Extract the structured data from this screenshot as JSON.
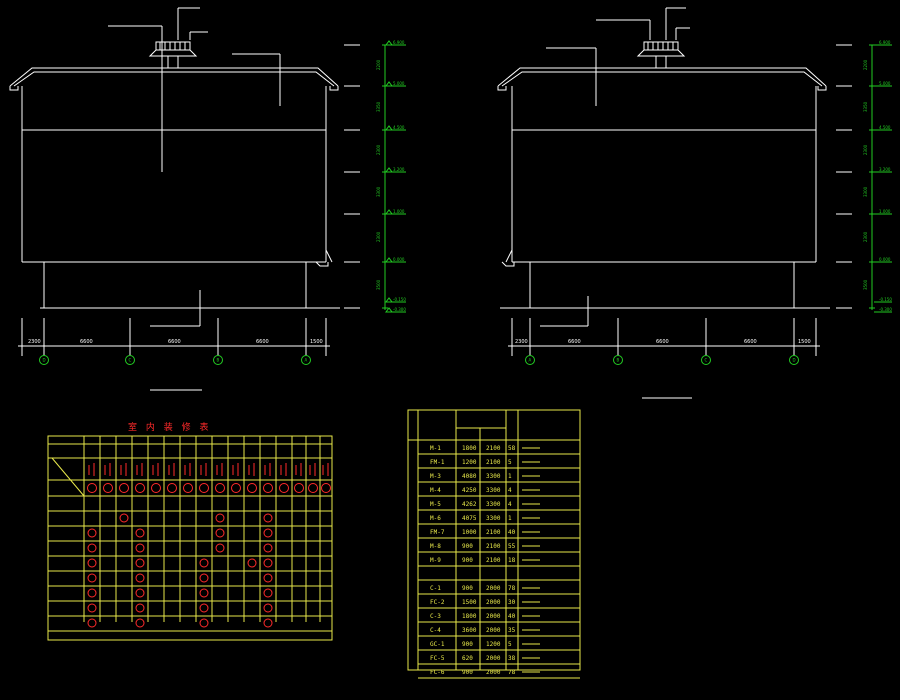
{
  "colors": {
    "background": "#000000",
    "line": "#ffffff",
    "dimension": "#22cc22",
    "table_yellow": "#e8e84a",
    "table_red": "#ff2a2a"
  },
  "elev1": {
    "labels": [
      "",
      "",
      "",
      "",
      ""
    ],
    "elev_dims": [
      "2200",
      "3350",
      "2300",
      "3300",
      "2300",
      "3500"
    ],
    "level_marks": [
      "6.900",
      "5.000",
      "4.500",
      "3.200",
      "1.000",
      "0.000",
      "-0.150",
      "-0.300"
    ],
    "bottom_dims": [
      "2300",
      "6600",
      "6600",
      "6600",
      "1500"
    ],
    "axes": [
      "D",
      "C",
      "B",
      "A"
    ],
    "title": ""
  },
  "elev2": {
    "labels": [
      "",
      "",
      "",
      ""
    ],
    "elev_dims": [
      "2200",
      "3350",
      "2300",
      "3300",
      "2300",
      "3500"
    ],
    "level_marks": [
      "6.900",
      "5.000",
      "4.500",
      "3.200",
      "1.000",
      "0.000",
      "-0.150",
      "-0.300"
    ],
    "bottom_dims": [
      "2300",
      "6600",
      "6600",
      "6600",
      "1500"
    ],
    "axes": [
      "A",
      "B",
      "C",
      "D"
    ],
    "title": ""
  },
  "finish_table": {
    "title": "室 内 装 修 表",
    "note": "",
    "group_headers": [
      "",
      "",
      "",
      "",
      "",
      ""
    ],
    "rows": [
      "",
      "",
      "",
      "",
      "",
      "",
      "",
      ""
    ],
    "circles": [
      [
        0,
        0,
        1,
        0,
        0,
        0,
        0,
        0,
        1,
        0,
        0,
        1,
        0,
        0,
        0,
        0
      ],
      [
        1,
        0,
        0,
        1,
        0,
        0,
        0,
        0,
        1,
        0,
        0,
        1,
        0,
        0,
        0,
        0
      ],
      [
        1,
        0,
        0,
        1,
        0,
        0,
        0,
        0,
        1,
        0,
        0,
        1,
        0,
        0,
        0,
        0
      ],
      [
        1,
        0,
        0,
        1,
        0,
        0,
        0,
        1,
        0,
        0,
        1,
        1,
        0,
        0,
        0,
        0
      ],
      [
        1,
        0,
        0,
        1,
        0,
        0,
        0,
        1,
        0,
        0,
        0,
        1,
        0,
        0,
        0,
        0
      ],
      [
        1,
        0,
        0,
        1,
        0,
        0,
        0,
        1,
        0,
        0,
        0,
        1,
        0,
        0,
        0,
        0
      ],
      [
        1,
        0,
        0,
        1,
        0,
        0,
        0,
        1,
        0,
        0,
        0,
        1,
        0,
        0,
        0,
        0
      ],
      [
        1,
        0,
        0,
        1,
        0,
        0,
        0,
        1,
        0,
        0,
        0,
        1,
        0,
        0,
        0,
        0
      ]
    ],
    "footer": ""
  },
  "door_table": {
    "title": "",
    "head_w": "",
    "head_h": "",
    "group_door": "",
    "group_window": "",
    "doors": [
      {
        "code": "M-1",
        "w": "1800",
        "h": "2100",
        "n": "58"
      },
      {
        "code": "FM-1",
        "w": "1200",
        "h": "2100",
        "n": "5"
      },
      {
        "code": "M-3",
        "w": "4080",
        "h": "3300",
        "n": "1"
      },
      {
        "code": "M-4",
        "w": "4250",
        "h": "3300",
        "n": "4"
      },
      {
        "code": "M-5",
        "w": "4262",
        "h": "3300",
        "n": "4"
      },
      {
        "code": "M-6",
        "w": "4075",
        "h": "3300",
        "n": "1"
      },
      {
        "code": "FM-7",
        "w": "1000",
        "h": "2100",
        "n": "40"
      },
      {
        "code": "M-8",
        "w": "900",
        "h": "2100",
        "n": "55"
      },
      {
        "code": "M-9",
        "w": "900",
        "h": "2100",
        "n": "18"
      }
    ],
    "windows": [
      {
        "code": "C-1",
        "w": "900",
        "h": "2000",
        "n": "78"
      },
      {
        "code": "FC-2",
        "w": "1500",
        "h": "2000",
        "n": "30"
      },
      {
        "code": "C-3",
        "w": "1800",
        "h": "2000",
        "n": "40"
      },
      {
        "code": "C-4",
        "w": "3600",
        "h": "2000",
        "n": "35"
      },
      {
        "code": "GC-1",
        "w": "900",
        "h": "1200",
        "n": "5"
      },
      {
        "code": "FC-5",
        "w": "620",
        "h": "2000",
        "n": "38"
      },
      {
        "code": "FC-6",
        "w": "900",
        "h": "2000",
        "n": "78"
      }
    ],
    "notes": [
      "",
      ""
    ]
  }
}
